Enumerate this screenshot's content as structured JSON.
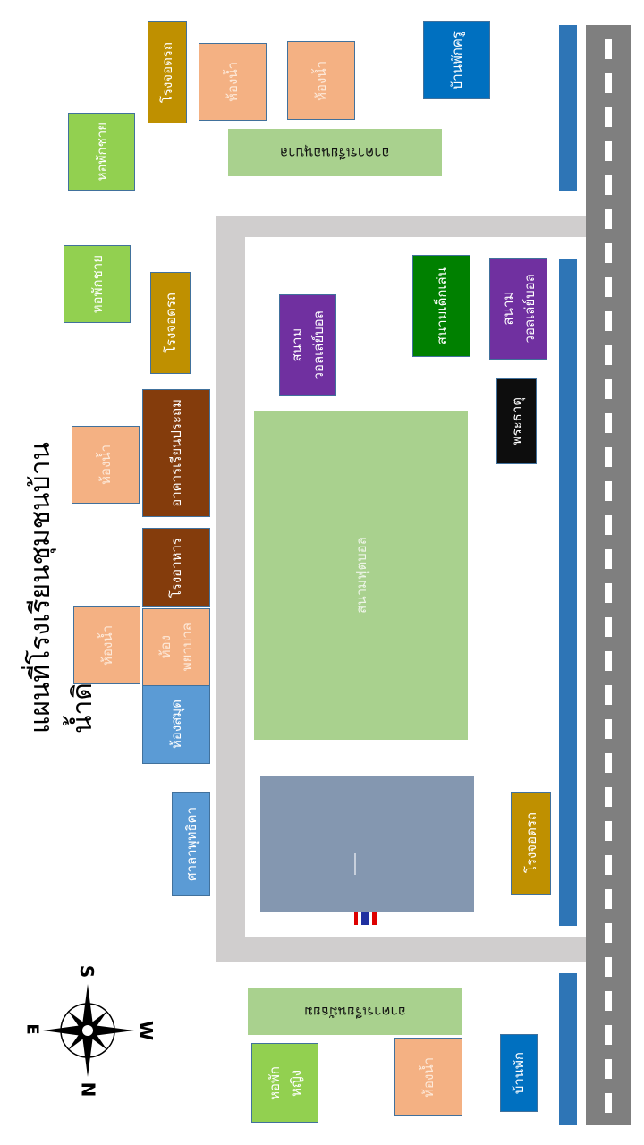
{
  "title": "แผนที่โรงเรียนชุมชนบ้านน้ำดิบ",
  "buildings": {
    "parking_top": "โรงจอดรถ",
    "toilet_top_1": "ห้องน้ำ",
    "toilet_top_2": "ห้องน้ำ",
    "teacher_house_top": "บ้านพักครู",
    "boys_dorm_1": "หอพักชาย",
    "kindergarten_building": "อาคารเรียนอนุบาล",
    "boys_dorm_2": "หอพักชาย",
    "parking_mid": "โรงจอดรถ",
    "volleyball_1": "สนาม\nวอลเล่ย์บอล",
    "playground": "สนามเด็กเล่น",
    "volleyball_2": "สนาม\nวอลเล่ย์บอล",
    "pagoda": "พระธาตุ",
    "toilet_mid_1": "ห้องน้ำ",
    "primary_building": "อาคารเรียนประถม",
    "football_field": "สนามฟุตบอล",
    "canteen": "โรงอาหาร",
    "toilet_mid_2": "ห้องน้ำ",
    "nurse_room": "ห้อง\nพยาบาล",
    "library": "ห้องสมุด",
    "pavilion": "ศาลาพุทธิคา",
    "parking_bottom": "โรงจอดรถ",
    "secondary_building": "อาคารเรียนมัธยม",
    "girls_dorm": "หอพัก\nหญิง",
    "toilet_bottom": "ห้องน้ำ",
    "house_bottom": "บ้านพัก"
  },
  "compass": {
    "n": "N",
    "s": "S",
    "e": "E",
    "w": "W"
  },
  "colors": {
    "road": "#7f7f7f",
    "wall": "#d0cece",
    "strip": "#2e75b6"
  }
}
